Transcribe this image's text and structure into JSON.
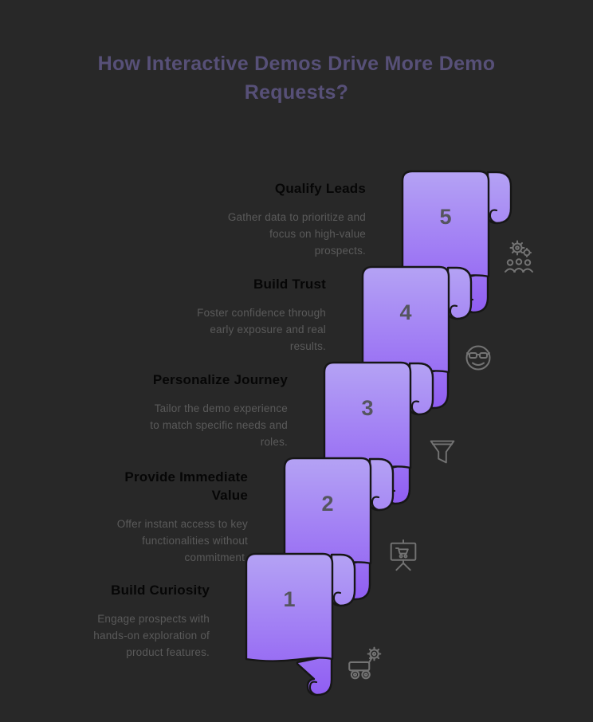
{
  "title": "How Interactive Demos Drive More Demo\nRequests?",
  "colors": {
    "background": "#282828",
    "scroll_gradient_top": "#b5a4f4",
    "scroll_gradient_bottom": "#8b54f3",
    "scroll_outline": "#161616",
    "title_text": "#575078",
    "heading_text": "#060606",
    "description_text": "#5a5a5a",
    "number_text": "#55555e",
    "icon_stroke": "#737373"
  },
  "steps": [
    {
      "number": "1",
      "heading": "Build Curiosity",
      "description": "Engage prospects with\nhands-on exploration of\nproduct features.",
      "icon": "robot-cart-icon"
    },
    {
      "number": "2",
      "heading": "Provide Immediate\nValue",
      "description": "Offer instant access to key\nfunctionalities without\ncommitment.",
      "icon": "presentation-cart-icon"
    },
    {
      "number": "3",
      "heading": "Personalize Journey",
      "description": "Tailor the demo experience\nto match specific needs and\nroles.",
      "icon": "funnel-icon"
    },
    {
      "number": "4",
      "heading": "Build Trust",
      "description": "Foster confidence through\nearly exposure and real\nresults.",
      "icon": "cool-face-icon"
    },
    {
      "number": "5",
      "heading": "Qualify Leads",
      "description": "Gather data to prioritize and\nfocus on high-value\nprospects.",
      "icon": "team-gears-icon"
    }
  ]
}
